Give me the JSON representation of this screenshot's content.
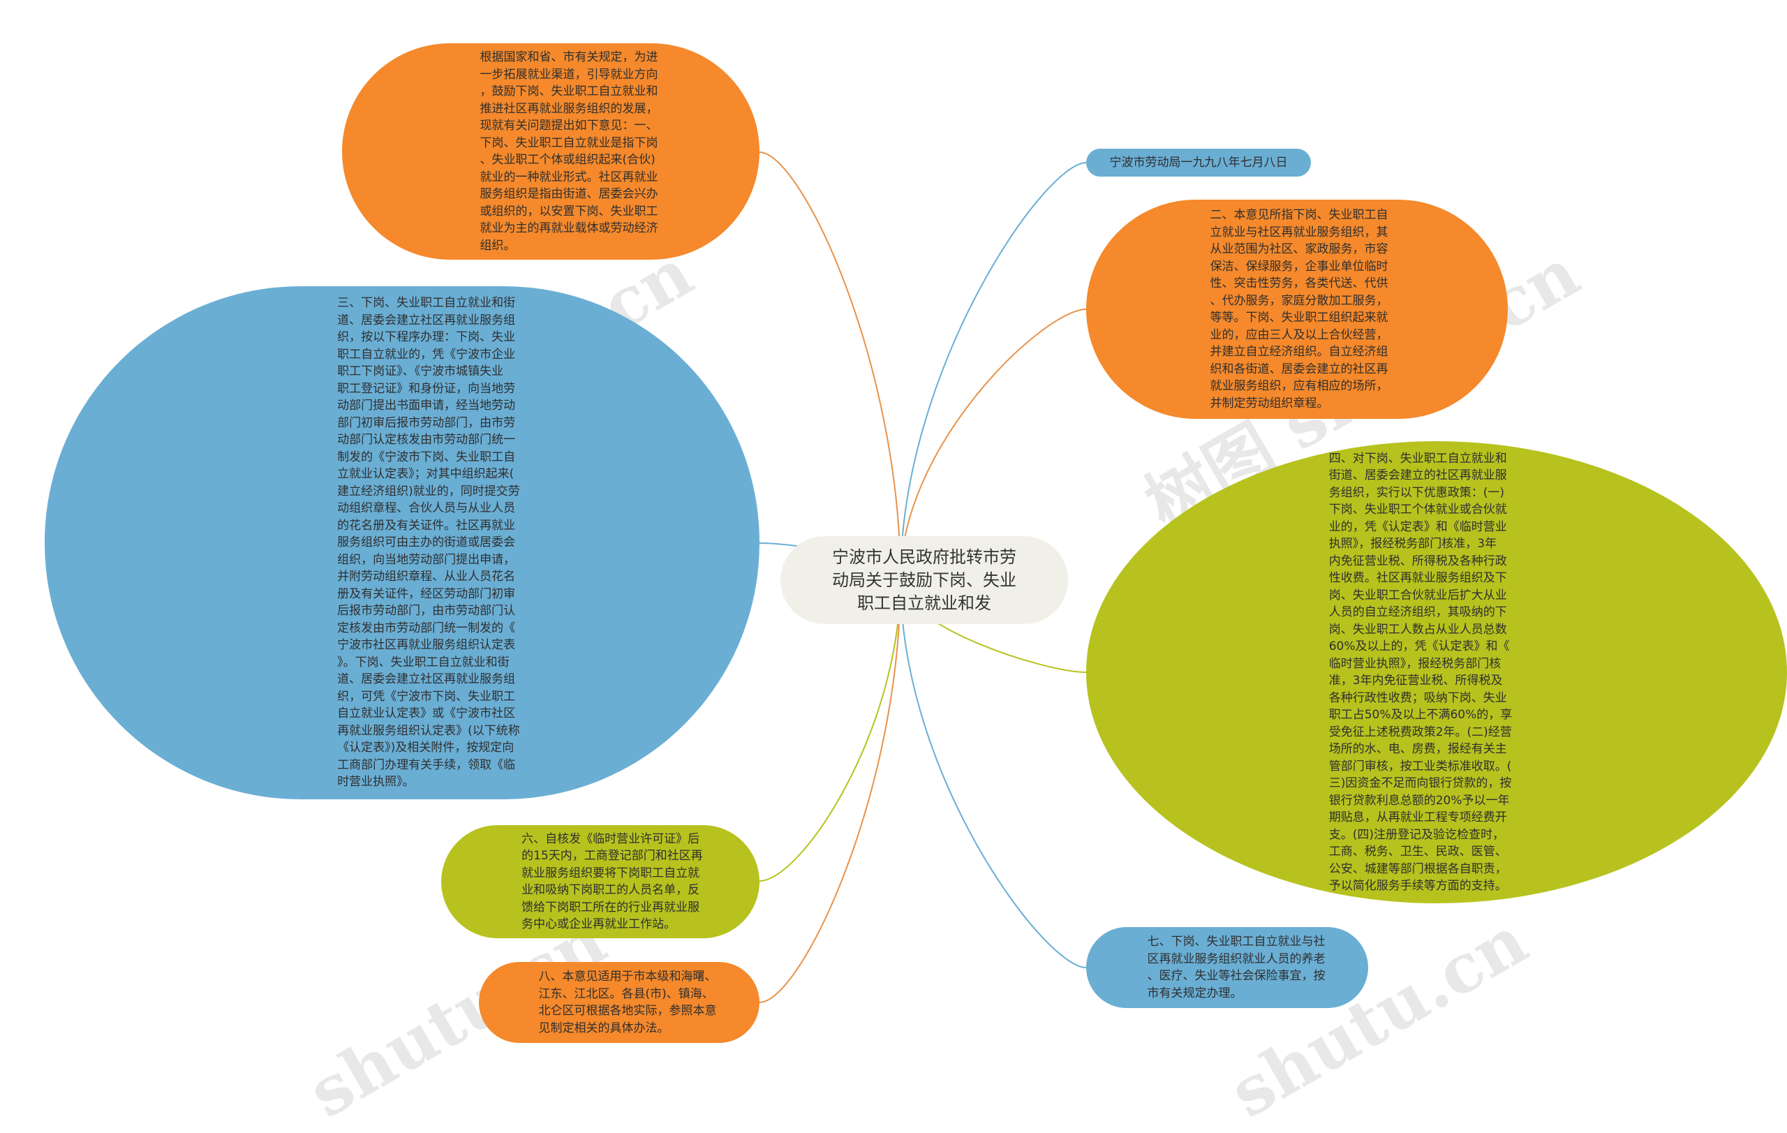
{
  "colors": {
    "orange": "#f5892b",
    "blue": "#6aaed4",
    "green": "#b7c21e",
    "center_fill": "#f1f0e8",
    "line_orange": "#e8924a",
    "line_blue": "#6aaed4",
    "line_green": "#b7c21e"
  },
  "center": {
    "title": "宁波市人民政府批转市劳\n动局关于鼓励下岗、失业\n职工自立就业和发"
  },
  "nodes": [
    {
      "id": "n1",
      "color": "orange",
      "text": "根据国家和省、市有关规定，为进\n一步拓展就业渠道，引导就业方向\n，鼓励下岗、失业职工自立就业和\n推进社区再就业服务组织的发展，\n现就有关问题提出如下意见：一、\n下岗、失业职工自立就业是指下岗\n、失业职工个体或组织起来(合伙)\n就业的一种就业形式。社区再就业\n服务组织是指由街道、居委会兴办\n或组织的，以安置下岗、失业职工\n就业为主的再就业载体或劳动经济\n组织。"
    },
    {
      "id": "n2",
      "color": "blue",
      "text": "三、下岗、失业职工自立就业和街\n道、居委会建立社区再就业服务组\n织，按以下程序办理：下岗、失业\n职工自立就业的，凭《宁波市企业\n职工下岗证》、《宁波市城镇失业\n职工登记证》和身份证，向当地劳\n动部门提出书面申请，经当地劳动\n部门初审后报市劳动部门，由市劳\n动部门认定核发由市劳动部门统一\n制发的《宁波市下岗、失业职工自\n立就业认定表》；对其中组织起来(\n建立经济组织)就业的，同时提交劳\n动组织章程、合伙人员与从业人员\n的花名册及有关证件。社区再就业\n服务组织可由主办的街道或居委会\n组织，向当地劳动部门提出申请，\n并附劳动组织章程、从业人员花名\n册及有关证件，经区劳动部门初审\n后报市劳动部门，由市劳动部门认\n定核发由市劳动部门统一制发的《\n宁波市社区再就业服务组织认定表\n》。下岗、失业职工自立就业和街\n道、居委会建立社区再就业服务组\n织，可凭《宁波市下岗、失业职工\n自立就业认定表》或《宁波市社区\n再就业服务组织认定表》(以下统称\n《认定表》)及相关附件，按规定向\n工商部门办理有关手续，领取《临\n时营业执照》。"
    },
    {
      "id": "n3",
      "color": "green",
      "text": "六、自核发《临时营业许可证》后\n的15天内，工商登记部门和社区再\n就业服务组织要将下岗职工自立就\n业和吸纳下岗职工的人员名单，反\n馈给下岗职工所在的行业再就业服\n务中心或企业再就业工作站。"
    },
    {
      "id": "n4",
      "color": "orange",
      "text": "八、本意见适用于市本级和海曙、\n江东、江北区。各县(市)、镇海、\n北仑区可根据各地实际，参照本意\n见制定相关的具体办法。"
    },
    {
      "id": "n5",
      "color": "blue",
      "text": "宁波市劳动局一九九八年七月八日"
    },
    {
      "id": "n6",
      "color": "orange",
      "text": "二、本意见所指下岗、失业职工自\n立就业与社区再就业服务组织，其\n从业范围为社区、家政服务，市容\n保洁、保绿服务，企事业单位临时\n性、突击性劳务，各类代送、代供\n、代办服务，家庭分散加工服务，\n等等。下岗、失业职工组织起来就\n业的，应由三人及以上合伙经营，\n并建立自立经济组织。自立经济组\n织和各街道、居委会建立的社区再\n就业服务组织，应有相应的场所，\n并制定劳动组织章程。"
    },
    {
      "id": "n7",
      "color": "green",
      "text": "四、对下岗、失业职工自立就业和\n街道、居委会建立的社区再就业服\n务组织，实行以下优惠政策：(一)\n下岗、失业职工个体就业或合伙就\n业的，凭《认定表》和《临时营业\n执照》，报经税务部门核准，3年\n内免征营业税、所得税及各种行政\n性收费。社区再就业服务组织及下\n岗、失业职工合伙就业后扩大从业\n人员的自立经济组织，其吸纳的下\n岗、失业职工人数占从业人员总数\n60%及以上的，凭《认定表》和《\n临时营业执照》，报经税务部门核\n准，3年内免征营业税、所得税及\n各种行政性收费；吸纳下岗、失业\n职工占50%及以上不满60%的，享\n受免征上述税费政策2年。(二)经营\n场所的水、电、房费，报经有关主\n管部门审核，按工业类标准收取。(\n三)因资金不足而向银行贷款的，按\n银行贷款利息总额的20%予以一年\n期贴息，从再就业工程专项经费开\n支。(四)注册登记及验讫检查时，\n工商、税务、卫生、民政、医管、\n公安、城建等部门根据各自职责，\n予以简化服务手续等方面的支持。"
    },
    {
      "id": "n8",
      "color": "blue",
      "text": "七、下岗、失业职工自立就业与社\n区再就业服务组织就业人员的养老\n、医疗、失业等社会保险事宜，按\n市有关规定办理。"
    }
  ],
  "watermarks": [
    "树图 shutu.cn",
    "树图 shutu.cn",
    "shutu.cn",
    "shutu.cn"
  ]
}
